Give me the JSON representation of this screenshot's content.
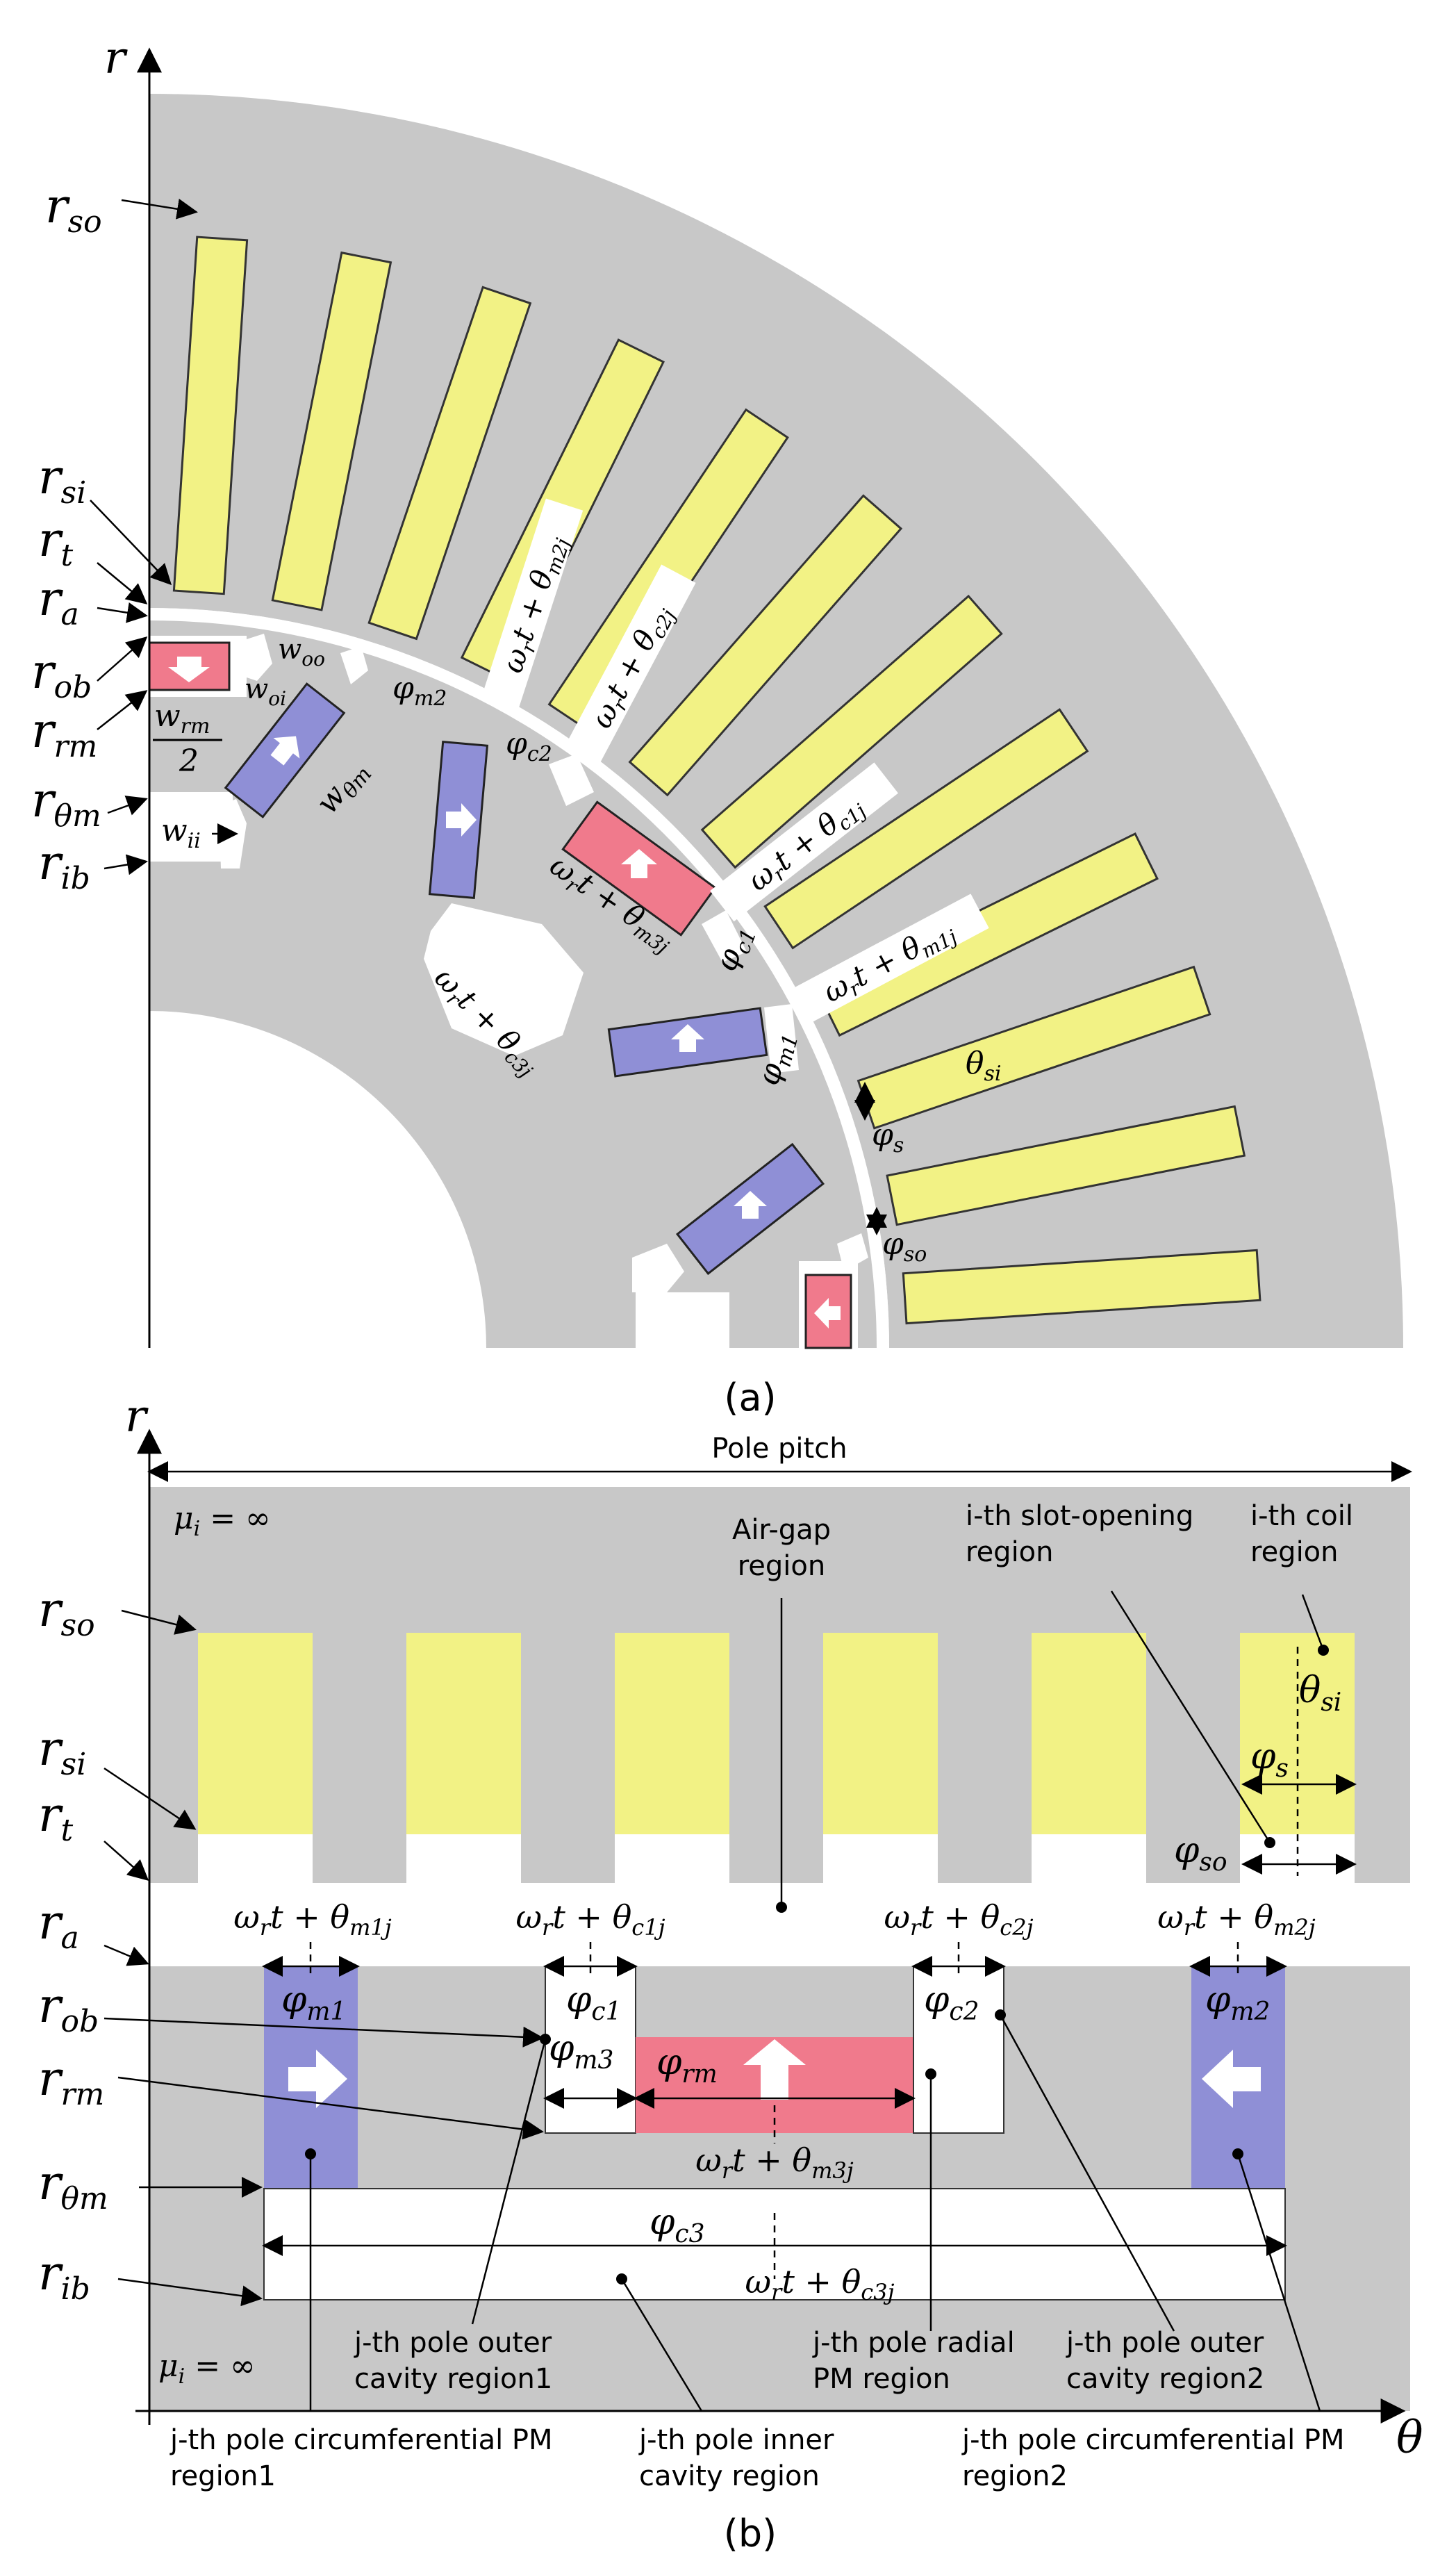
{
  "figure_a": {
    "caption": "(a)",
    "axis_r": "r",
    "radius_labels": {
      "r_so": "r_so",
      "r_si": "r_si",
      "r_t": "r_t",
      "r_a": "r_a",
      "r_ob": "r_ob",
      "r_rm": "r_rm",
      "r_theta_m": "r_θm",
      "r_ib": "r_ib"
    },
    "dimension_labels": {
      "w_oo": "w_oo",
      "w_oi": "w_oi",
      "w_rm_half_num": "w_rm",
      "w_rm_half_den": "2",
      "w_theta_m": "w_θm",
      "w_ii": "w_ii",
      "phi_m2": "φ_m2",
      "phi_c2": "φ_c2",
      "phi_c1": "φ_c1",
      "phi_m1": "φ_m1",
      "phi_s": "φ_s",
      "phi_so": "φ_so",
      "theta_si": "θ_si"
    },
    "rotated_labels": {
      "m2": "ω_r t + θ_m2j",
      "c2": "ω_r t + θ_c2j",
      "c1": "ω_r t + θ_c1j",
      "m1": "ω_r t + θ_m1j",
      "m3": "ω_r t + θ_m3j",
      "c3": "ω_r t + θ_c3j"
    }
  },
  "figure_b": {
    "caption": "(b)",
    "axis_r": "r",
    "axis_theta": "θ",
    "pole_pitch": "Pole pitch",
    "mu_top": "μ_i = ∞",
    "mu_bottom": "μ_i = ∞",
    "radius_labels": {
      "r_so": "r_so",
      "r_si": "r_si",
      "r_t": "r_t",
      "r_a": "r_a",
      "r_ob": "r_ob",
      "r_rm": "r_rm",
      "r_theta_m": "r_θm",
      "r_ib": "r_ib"
    },
    "dimension_labels": {
      "theta_si": "θ_si",
      "phi_s": "φ_s",
      "phi_so": "φ_so",
      "phi_m1": "φ_m1",
      "phi_c1": "φ_c1",
      "phi_m3": "φ_m3",
      "phi_rm": "φ_rm",
      "phi_c2": "φ_c2",
      "phi_m2": "φ_m2",
      "phi_c3": "φ_c3",
      "wt_m1": "ω_r t + θ_m1j",
      "wt_c1": "ω_r t + θ_c1j",
      "wt_c2": "ω_r t + θ_c2j",
      "wt_m2": "ω_r t + θ_m2j",
      "wt_m3": "ω_r t + θ_m3j",
      "wt_c3": "ω_r t + θ_c3j"
    },
    "region_labels": {
      "air_gap": [
        "Air-gap",
        "region"
      ],
      "slot_opening": [
        "i-th slot-opening",
        "region"
      ],
      "coil": [
        "i-th coil",
        "region"
      ],
      "outer_cavity1": [
        "j-th pole outer",
        "cavity region1"
      ],
      "radial_pm": [
        "j-th pole radial",
        "PM region"
      ],
      "outer_cavity2": [
        "j-th pole outer",
        "cavity region2"
      ],
      "circ_pm1": [
        "j-th pole circumferential PM",
        "region1"
      ],
      "inner_cavity": [
        "j-th pole inner",
        "cavity region"
      ],
      "circ_pm2": [
        "j-th pole circumferential PM",
        "region2"
      ]
    }
  },
  "colors": {
    "steel": "#c8c8c8",
    "coil": "#f2f285",
    "pm_blue": "#8f8fd6",
    "pm_red": "#f07a8c"
  }
}
